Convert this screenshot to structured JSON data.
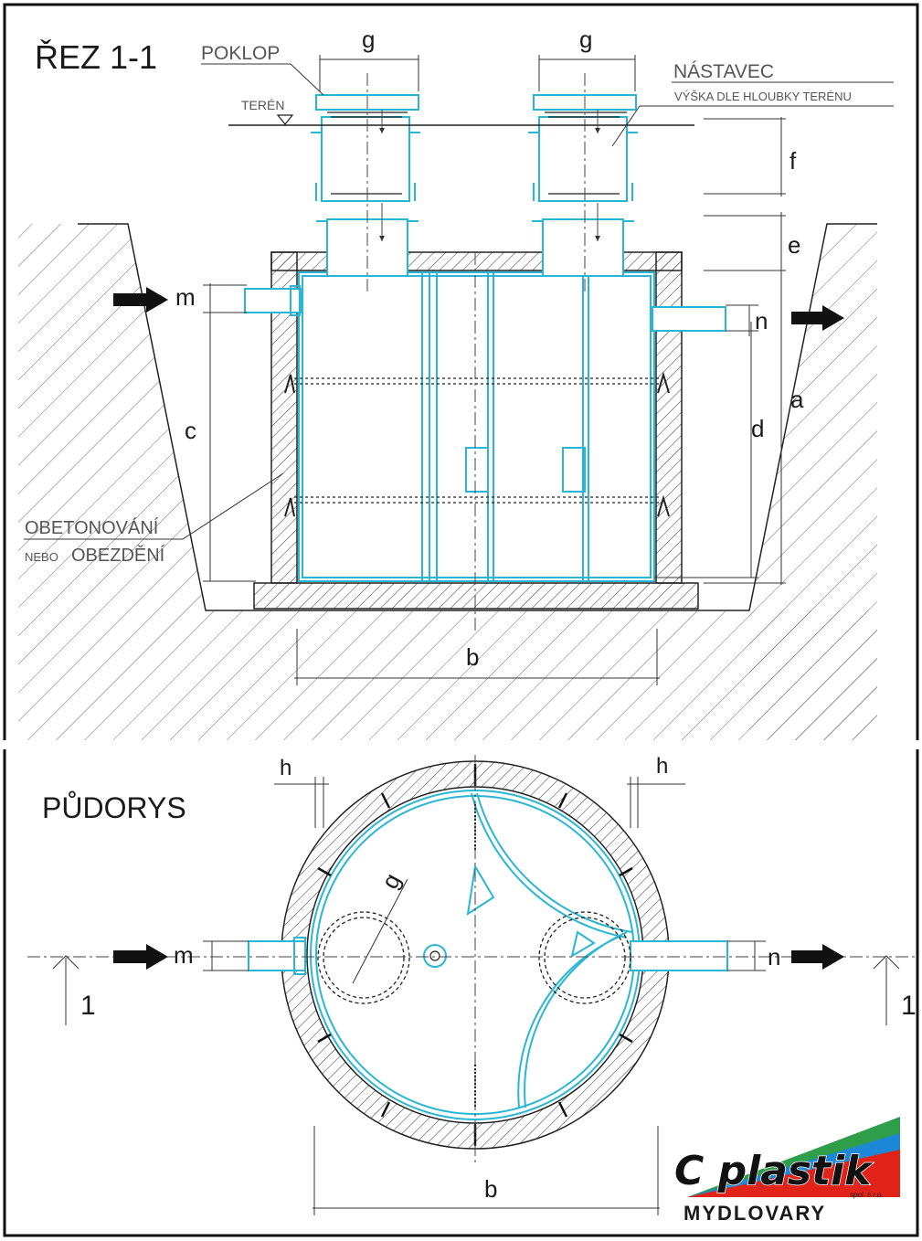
{
  "section": {
    "title": "ŘEZ 1-1",
    "labels": {
      "poklop": "POKLOP",
      "teren": "TERÉN",
      "nastavec": "NÁSTAVEC",
      "vyska": "VÝŠKA DLE HLOUBKY TERÉNU",
      "obetonovani": "OBETONOVÁNÍ",
      "nebo": "NEBO",
      "obezdeni": "OBEZDĚNÍ"
    },
    "dims": {
      "g": "g",
      "f": "f",
      "e": "e",
      "m": "m",
      "n": "n",
      "a": "a",
      "c": "c",
      "d": "d",
      "b": "b"
    }
  },
  "plan": {
    "title": "PŮDORYS",
    "dims": {
      "h": "h",
      "g": "g",
      "m": "m",
      "n": "n",
      "b": "b"
    },
    "cut_marker": "1"
  },
  "logo": {
    "brand": "C plastik",
    "company": "spol. s r.o.",
    "place": "MYDLOVARY"
  },
  "colors": {
    "tank": "#29b6d4",
    "line": "#1a1a1a",
    "hatch": "#444444",
    "logo_red": "#e2231a",
    "logo_blue": "#1e88d8",
    "logo_green": "#2e9e4a"
  }
}
